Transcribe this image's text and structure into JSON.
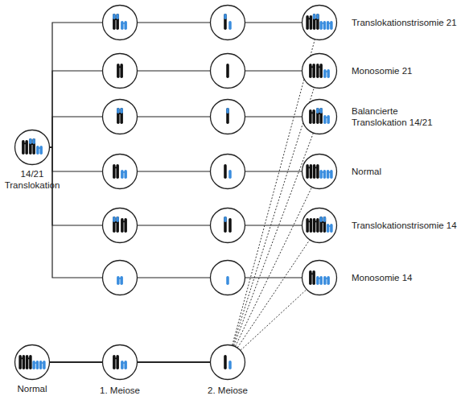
{
  "diagram": {
    "nodes": [
      {
        "text": [
          "14/21 Translokation"
        ]
      },
      {
        "text": [
          "Translokationstrisomie 21"
        ]
      },
      {
        "text": [
          "Monosomie 21"
        ]
      },
      {
        "text": [
          "Balancierte Translokation 14/21"
        ]
      },
      {
        "text": [
          "Normal"
        ]
      },
      {
        "text": [
          "Translokationstrisomie 14"
        ]
      },
      {
        "text": [
          "Monosomie 14"
        ]
      },
      {
        "text": [
          "Normal"
        ]
      }
    ],
    "edges": [
      {
        "from": 0,
        "to": 1,
        "arrow": "none"
      },
      {
        "from": 0,
        "to": 2,
        "arrow": "none"
      },
      {
        "from": 0,
        "to": 3,
        "arrow": "none"
      },
      {
        "from": 0,
        "to": 4,
        "arrow": "none"
      },
      {
        "from": 0,
        "to": 5,
        "arrow": "none"
      },
      {
        "from": 0,
        "to": 6,
        "arrow": "none"
      },
      {
        "from": 7,
        "to": 1,
        "arrow": "none"
      },
      {
        "from": 7,
        "to": 2,
        "arrow": "none"
      },
      {
        "from": 7,
        "to": 3,
        "arrow": "none"
      },
      {
        "from": 7,
        "to": 4,
        "arrow": "none"
      },
      {
        "from": 7,
        "to": 5,
        "arrow": "none"
      },
      {
        "from": 7,
        "to": 6,
        "arrow": "none"
      }
    ],
    "labels": [
      "1. Meiose",
      "2. Meiose"
    ]
  }
}
